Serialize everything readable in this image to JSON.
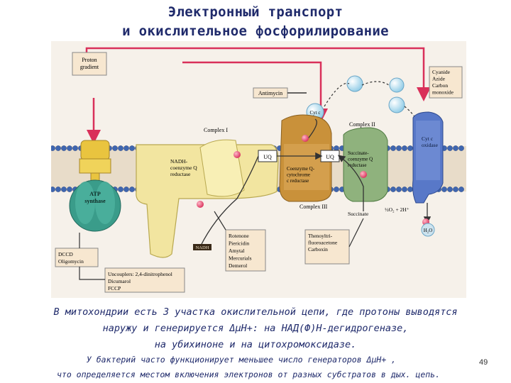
{
  "title": {
    "line1": "Электронный транспорт",
    "line2": "и окислительное фосфорилирование"
  },
  "diagram": {
    "proton_gradient": "Proton gradient",
    "cyanide_box": [
      "Cyanide",
      "Azide",
      "Carbon",
      "monoxide"
    ],
    "antimycin": "Antimycin",
    "cytc": "Cyt c",
    "complex1": "Complex I",
    "complex2": "Complex II",
    "complex3": "Complex III",
    "nadh_label": [
      "NADH-",
      "coenzyme Q",
      "reductase"
    ],
    "uq1": "UQ",
    "uq2": "UQ",
    "coq_label": [
      "Coenzyme Q-",
      "cytochrome",
      "c reductase"
    ],
    "succ_label": [
      "Succinate-",
      "coenzyme Q",
      "reductase"
    ],
    "cytox_label": [
      "Cyt c",
      "oxidase"
    ],
    "atp_label": [
      "ATP",
      "synthase"
    ],
    "succinate": "Succinate",
    "o2": "½O₂ + 2H⁺",
    "h2o": "H₂O",
    "nadh_small": "NADH",
    "dccd_box": [
      "DCCD",
      "Oligomycin"
    ],
    "rotenone_box": [
      "Rotenone",
      "Piericidin",
      "Amytal",
      "Mercurials",
      "Demerol"
    ],
    "theno_box": [
      "Thenoyltri-",
      "fluoroacetone",
      "Carboxin"
    ],
    "uncoupler_box": [
      "Uncouplers: 2,4-dinitrophenol",
      "Dicumarol",
      "FCCP"
    ]
  },
  "caption": {
    "line1": "В митохондрии есть 3 участка окислительной цепи, где протоны выводятся",
    "line2": "наружу и генерируется ΔμН+: на НАД(Ф)Н-дегидрогеназе,",
    "line3": "на убихиноне и на цитохромоксидазе.",
    "line4": "У бактерий часто функционирует меньшее число генераторов ΔμН+ ,",
    "line5": "что определяется местом включения электронов от разных субстратов в дых. цепь."
  },
  "page_number": "49",
  "colors": {
    "title": "#1f2a6b",
    "arrow_red": "#d9305a",
    "membrane_blue": "#3f66b0",
    "label_box": "#f7e7d0"
  }
}
